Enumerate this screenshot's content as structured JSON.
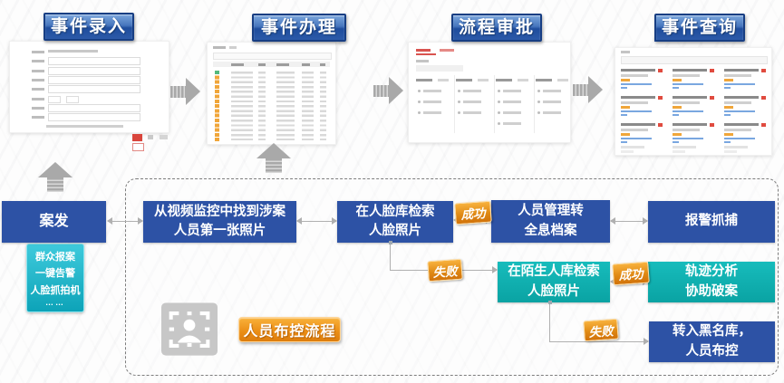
{
  "steps": [
    {
      "title": "事件录入"
    },
    {
      "title": "事件办理"
    },
    {
      "title": "流程审批"
    },
    {
      "title": "事件查询"
    }
  ],
  "flow": {
    "case_box": {
      "label": "案发"
    },
    "report_box": {
      "lines": [
        "群众报案",
        "一键告警",
        "人脸抓拍机",
        "……"
      ]
    },
    "video_box": {
      "lines": [
        "从视频监控中找到涉案",
        "人员第一张照片"
      ]
    },
    "face_db_box": {
      "lines": [
        "在人脸库检索",
        "人脸照片"
      ]
    },
    "mgmt_box": {
      "lines": [
        "人员管理转",
        "全息档案"
      ]
    },
    "arrest_box": {
      "label": "报警抓捕"
    },
    "stranger_box": {
      "lines": [
        "在陌生人库检索",
        "人脸照片"
      ]
    },
    "track_box": {
      "lines": [
        "轨迹分析",
        "协助破案"
      ]
    },
    "blacklist_box": {
      "lines": [
        "转入黑名库，",
        "人员布控"
      ]
    },
    "badges": {
      "success1": "成功",
      "fail1": "失败",
      "success2": "成功",
      "fail2": "失败"
    },
    "tag": {
      "label": "人员布控流程"
    }
  },
  "colors": {
    "banner_blue": "#2c5aa8",
    "box_blue": "#2d52a5",
    "box_teal": "#10afae",
    "badge_orange": "#e08a15",
    "tag_orange": "#ea8d15",
    "arrow_gray": "#a9a9a9"
  },
  "icons": {
    "scan": "face-scan-icon"
  }
}
